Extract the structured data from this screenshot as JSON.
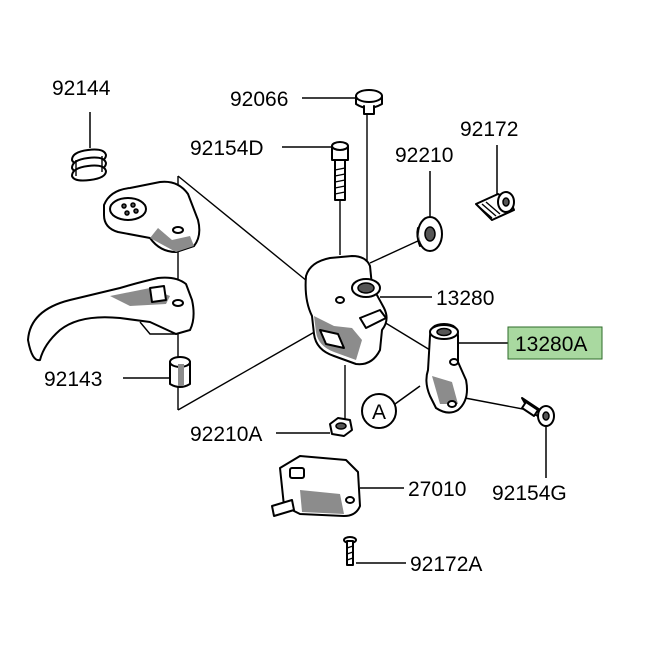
{
  "labels": {
    "p92144": "92144",
    "p92066": "92066",
    "p92172": "92172",
    "p92154D": "92154D",
    "p92210": "92210",
    "p13280": "13280",
    "p13280A": "13280A",
    "p92143": "92143",
    "p92210A": "92210A",
    "p92154G": "92154G",
    "p27010": "27010",
    "p92172A": "92172A",
    "callout_A": "A"
  },
  "colors": {
    "highlight_fill": "#a9d9a0",
    "highlight_border": "#2e6b2a",
    "line": "#000000"
  }
}
